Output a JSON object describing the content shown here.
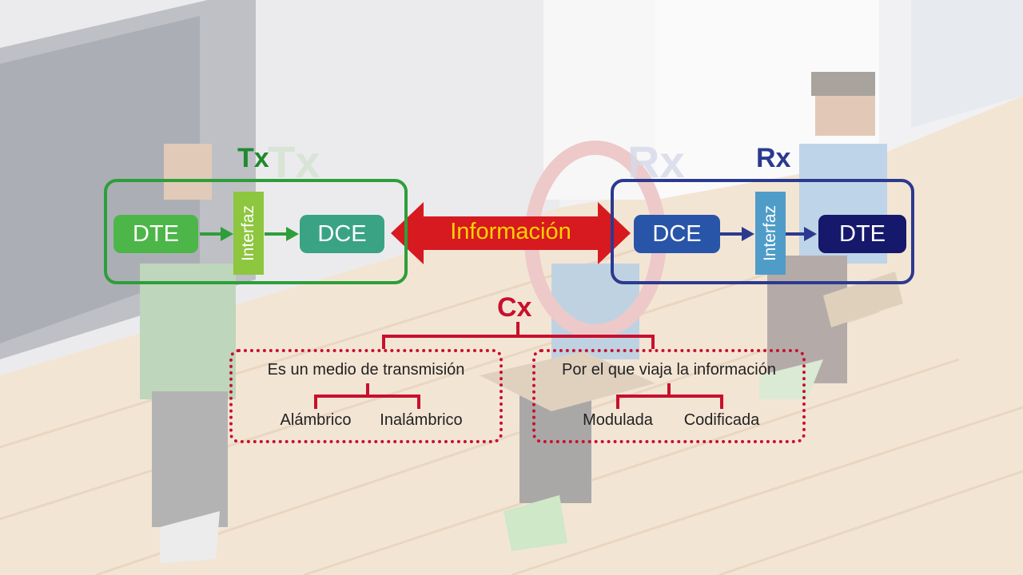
{
  "transmitter": {
    "label": "Tx",
    "dte": "DTE",
    "interface": "Interfaz",
    "dce": "DCE"
  },
  "receiver": {
    "label": "Rx",
    "dce": "DCE",
    "interface": "Interfaz",
    "dte": "DTE"
  },
  "information_label": "Información",
  "channel": {
    "label": "Cx",
    "medium": {
      "title": "Es un medio de transmisión",
      "options": [
        "Alámbrico",
        "Inalámbrico"
      ]
    },
    "signal": {
      "title": "Por el que viaja la información",
      "options": [
        "Modulada",
        "Codificada"
      ]
    }
  },
  "colors": {
    "tx_green": "#2e9e3a",
    "tx_dte": "#4cb648",
    "tx_interface": "#8dc63f",
    "tx_dce": "#3aa384",
    "rx_blue": "#2b3a8f",
    "rx_dce": "#2855a8",
    "rx_interface": "#4f9cc9",
    "rx_dte": "#16186b",
    "info_red": "#d71920",
    "info_text": "#ffd200",
    "cx_red": "#c8102e"
  }
}
